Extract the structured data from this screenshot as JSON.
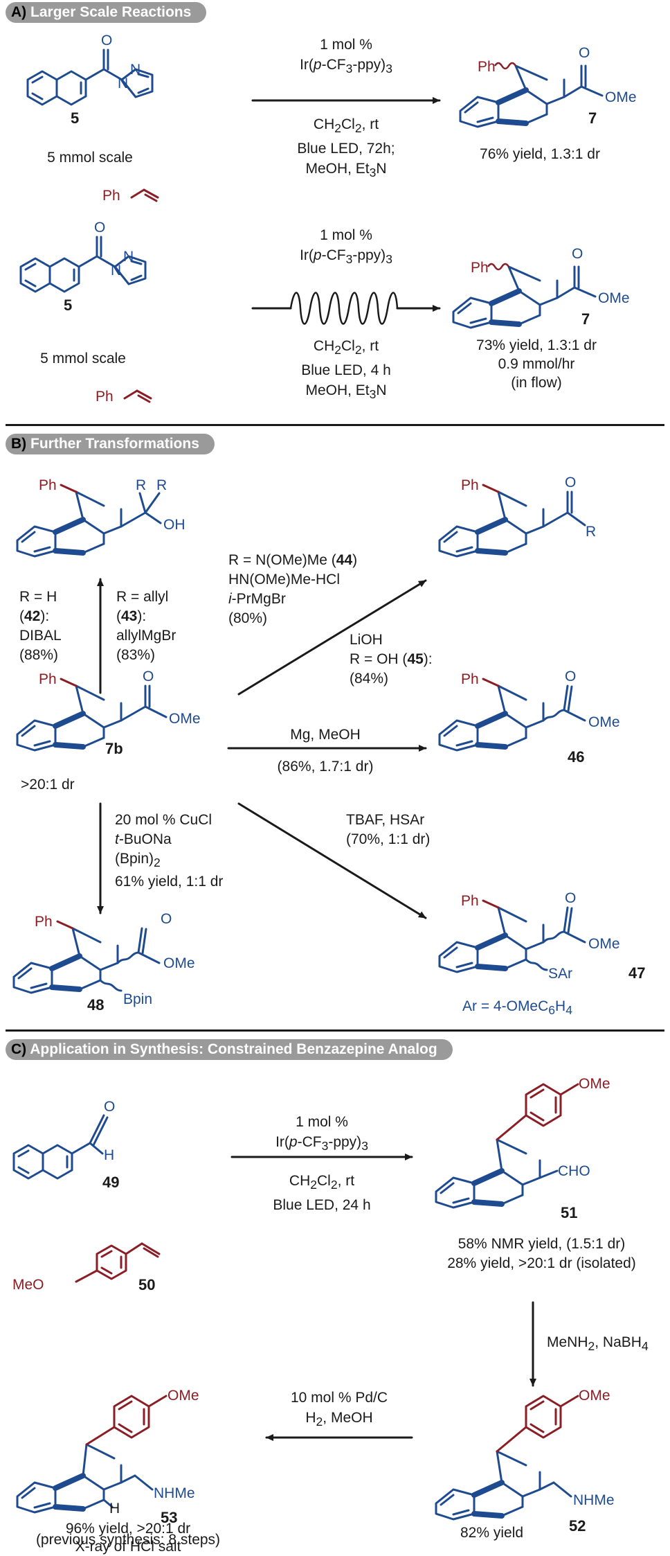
{
  "sections": {
    "a": {
      "letter": "A)",
      "title": "Larger Scale Reactions"
    },
    "b": {
      "letter": "B)",
      "title": "Further Transformations"
    },
    "c": {
      "letter": "C)",
      "title": "Application in Synthesis: Constrained Benzazepine Analog"
    }
  },
  "atoms": {
    "o": "O",
    "n": "N",
    "h": "H",
    "ph": "Ph",
    "ome": "OMe",
    "oh": "OH",
    "r": "R",
    "meo": "MeO",
    "cho": "CHO",
    "bpin": "Bpin",
    "sar": "SAr",
    "nhme": "NHMe"
  },
  "compounds": {
    "c5": "5",
    "c7": "7",
    "c7b": "7b",
    "c42": "42",
    "c43": "43",
    "c44": "44",
    "c45": "45",
    "c46": "46",
    "c47": "47",
    "c48": "48",
    "c49": "49",
    "c50": "50",
    "c51": "51",
    "c52": "52",
    "c53": "53"
  },
  "reactionA1": {
    "scale": "5 mmol scale",
    "cat1": "1 mol %",
    "cat2": "Ir(p-CF3-ppy)3",
    "cond1": "CH2Cl2, rt",
    "cond2": "Blue LED, 72h;",
    "cond3": "MeOH, Et3N",
    "result": "76% yield, 1.3:1 dr"
  },
  "reactionA2": {
    "scale": "5 mmol scale",
    "cat1": "1 mol %",
    "cat2": "Ir(p-CF3-ppy)3",
    "cond1": "CH2Cl2, rt",
    "cond2": "Blue LED, 4 h",
    "cond3": "MeOH, Et3N",
    "result1": "73% yield, 1.3:1 dr",
    "result2": "0.9 mmol/hr",
    "result3": "(in flow)"
  },
  "reactionB": {
    "dr7b": ">20:1 dr",
    "r42a": "R = H",
    "r42c": "DIBAL",
    "r42d": "(88%)",
    "r43a": "R = allyl",
    "r43c": "allylMgBr",
    "r43d": "(83%)",
    "r44a": "R = N(OMe)Me (",
    "r44b": "HN(OMe)Me-HCl",
    "r44c": "i-PrMgBr",
    "r44d": "(80%)",
    "r45a": "LiOH",
    "r45b": "R = OH (",
    "r45c": "(84%)",
    "r46a": "Mg, MeOH",
    "r46b": "(86%, 1.7:1 dr)",
    "r48a": "20 mol % CuCl",
    "r48b": "t-BuONa",
    "r48c": "(Bpin)2",
    "r48d": "61% yield, 1:1 dr",
    "r47a": "TBAF, HSAr",
    "r47b": "(70%, 1:1 dr)",
    "ar": "Ar = 4-OMeC6H4"
  },
  "reactionC": {
    "cat1": "1 mol %",
    "cat2": "Ir(p-CF3-ppy)3",
    "cond1": "CH2Cl2, rt",
    "cond2": "Blue LED, 24 h",
    "r51a": "58% NMR yield, (1.5:1 dr)",
    "r51b": "28% yield, >20:1 dr (isolated)",
    "r52cond": "MeNH2, NaBH4",
    "r52yield": "82% yield",
    "r53cond1": "10 mol % Pd/C",
    "r53cond2": "H2, MeOH",
    "r53a": "96% yield, >20:1 dr",
    "r53b": "X-ray of HCl salt",
    "r53c": "(previous synthesis: 8 steps)"
  },
  "colors": {
    "blue": "#1e4b8f",
    "red": "#8b1d24",
    "header": "#9a9a9a"
  }
}
